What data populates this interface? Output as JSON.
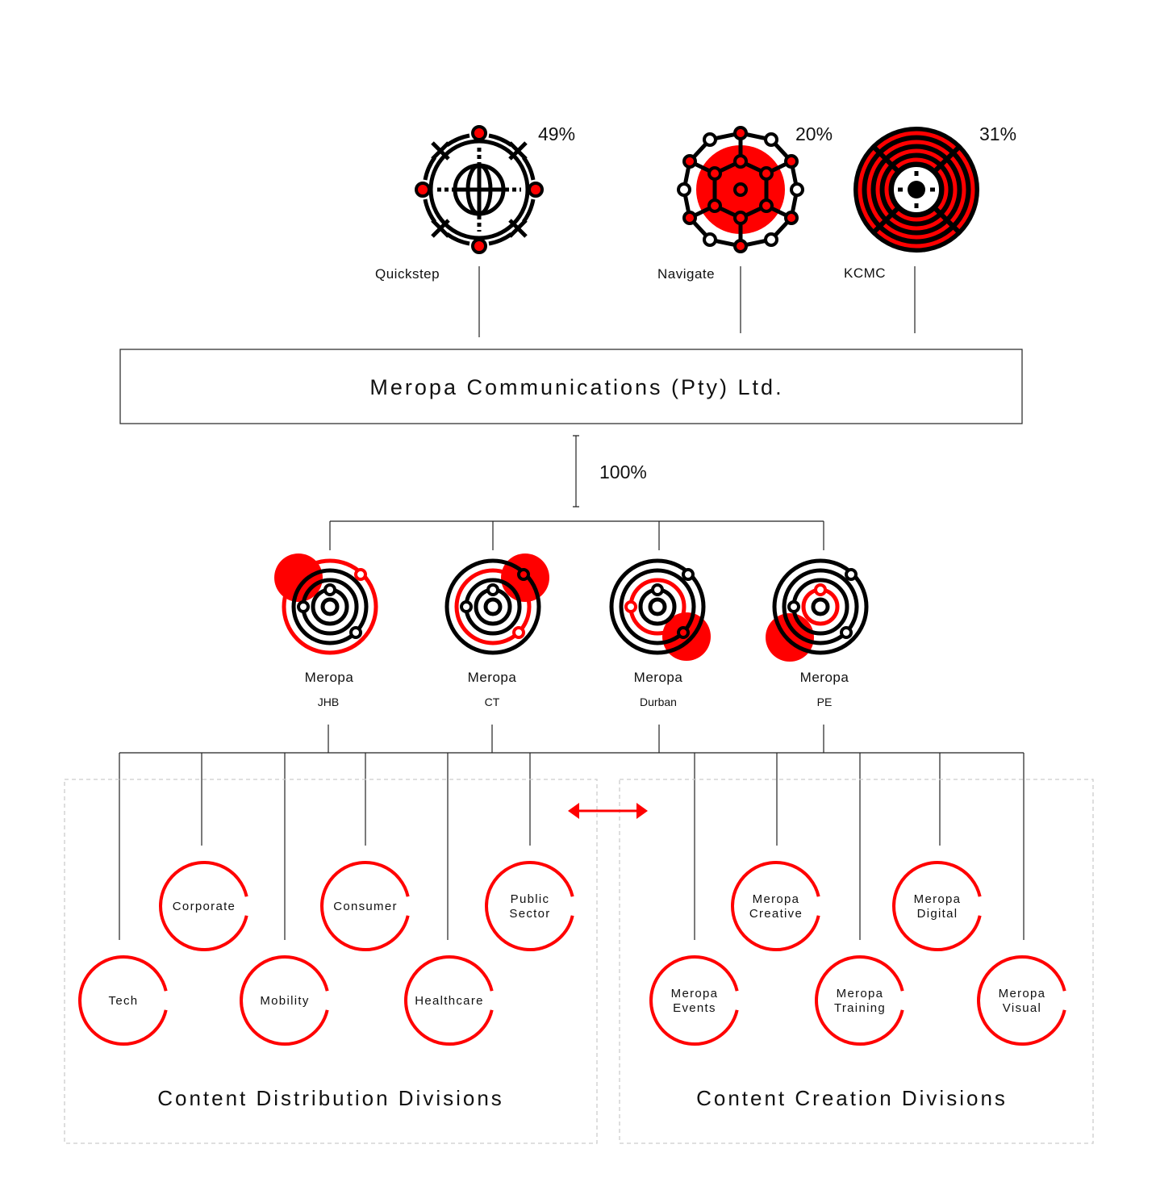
{
  "shareholders": [
    {
      "name": "Quickstep",
      "percent": "49%",
      "icon": "globe-network-icon"
    },
    {
      "name": "Navigate",
      "percent": "20%",
      "icon": "molecule-network-icon"
    },
    {
      "name": "KCMC",
      "percent": "31%",
      "icon": "target-rings-icon"
    }
  ],
  "company": {
    "name": "Meropa Communications (Pty) Ltd.",
    "ownership": "100%"
  },
  "offices": [
    {
      "name": "Meropa",
      "location": "JHB"
    },
    {
      "name": "Meropa",
      "location": "CT"
    },
    {
      "name": "Meropa",
      "location": "Durban"
    },
    {
      "name": "Meropa",
      "location": "PE"
    }
  ],
  "distribution": {
    "title": "Content Distribution Divisions",
    "divisions": [
      [
        "Tech"
      ],
      [
        "Corporate"
      ],
      [
        "Mobility"
      ],
      [
        "Consumer"
      ],
      [
        "Healthcare"
      ],
      [
        "Public",
        "Sector"
      ]
    ]
  },
  "creation": {
    "title": "Content Creation Divisions",
    "divisions": [
      [
        "Meropa",
        "Events"
      ],
      [
        "Meropa",
        "Creative"
      ],
      [
        "Meropa",
        "Training"
      ],
      [
        "Meropa",
        "Digital"
      ],
      [
        "Meropa",
        "Visual"
      ]
    ]
  },
  "colors": {
    "accent": "#ff0000",
    "ink": "#000000",
    "dashed": "#cccccc"
  }
}
